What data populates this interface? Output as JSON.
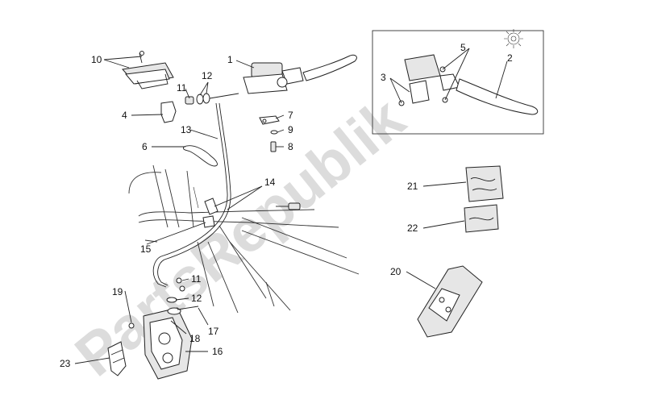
{
  "watermark": "PartsRepublik",
  "labels": {
    "l1": "1",
    "l2": "2",
    "l3": "3",
    "l4": "4",
    "l5": "5",
    "l6": "6",
    "l7": "7",
    "l8": "8",
    "l9": "9",
    "l10": "10",
    "l11a": "11",
    "l11b": "11",
    "l12a": "12",
    "l12b": "12",
    "l13": "13",
    "l14": "14",
    "l15": "15",
    "l16": "16",
    "l17": "17",
    "l18": "18",
    "l19": "19",
    "l20": "20",
    "l21": "21",
    "l22": "22",
    "l23": "23"
  },
  "icons": {
    "inset_corner": "gear-icon"
  }
}
